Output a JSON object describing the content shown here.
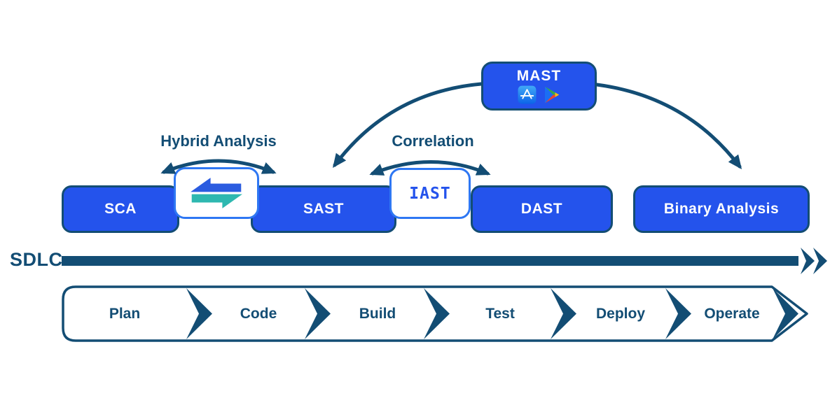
{
  "mast": {
    "label": "MAST",
    "icons": [
      "app-store-icon",
      "google-play-icon"
    ]
  },
  "annotations": {
    "hybrid": "Hybrid Analysis",
    "correlation": "Correlation"
  },
  "tools": {
    "sca": "SCA",
    "sast": "SAST",
    "iast": "IAST",
    "dast": "DAST",
    "binary": "Binary Analysis"
  },
  "sdlc": {
    "label": "SDLC",
    "steps": [
      "Plan",
      "Code",
      "Build",
      "Test",
      "Deploy",
      "Operate"
    ]
  },
  "colors": {
    "navy": "#134d74",
    "bright_blue": "#2453ec",
    "white_box_border": "#2e77f3",
    "swap_arrow_blue": "#2b5ce0",
    "swap_arrow_teal": "#2eb8b0",
    "play_blue": "#1b6ef3",
    "play_green": "#34a853",
    "play_red": "#ea4335",
    "play_yellow": "#f9bc15",
    "appstore_gradient_top": "#41a9f6",
    "appstore_gradient_bottom": "#0c64e8"
  }
}
